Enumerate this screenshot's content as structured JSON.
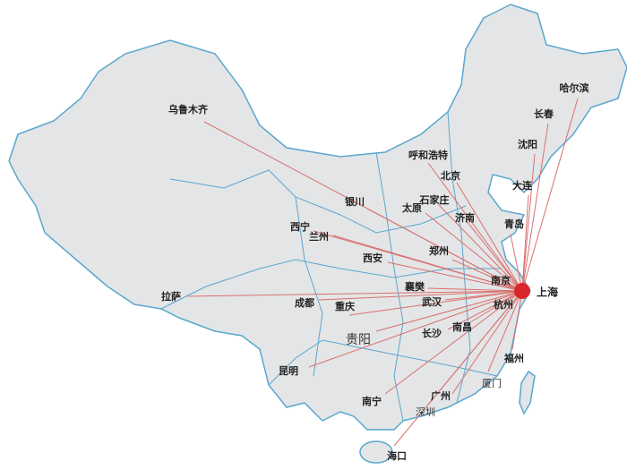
{
  "map": {
    "hub": {
      "name": "上海",
      "color": "#d9262b"
    },
    "line_color": "#d9706f",
    "land_color": "#e4e5e6",
    "border_color": "#5aa7cf",
    "cities": [
      {
        "name": "乌鲁木齐"
      },
      {
        "name": "哈尔滨"
      },
      {
        "name": "长春"
      },
      {
        "name": "沈阳"
      },
      {
        "name": "大连"
      },
      {
        "name": "呼和浩特"
      },
      {
        "name": "北京"
      },
      {
        "name": "石家庄"
      },
      {
        "name": "太原"
      },
      {
        "name": "济南"
      },
      {
        "name": "青岛"
      },
      {
        "name": "银川"
      },
      {
        "name": "西宁"
      },
      {
        "name": "兰州"
      },
      {
        "name": "西安"
      },
      {
        "name": "郑州"
      },
      {
        "name": "南京"
      },
      {
        "name": "襄樊"
      },
      {
        "name": "成都"
      },
      {
        "name": "重庆"
      },
      {
        "name": "武汉"
      },
      {
        "name": "杭州"
      },
      {
        "name": "贵阳"
      },
      {
        "name": "长沙"
      },
      {
        "name": "南昌"
      },
      {
        "name": "昆明"
      },
      {
        "name": "福州"
      },
      {
        "name": "厦门"
      },
      {
        "name": "广州"
      },
      {
        "name": "南宁"
      },
      {
        "name": "深圳"
      },
      {
        "name": "海口"
      },
      {
        "name": "拉萨"
      }
    ]
  }
}
